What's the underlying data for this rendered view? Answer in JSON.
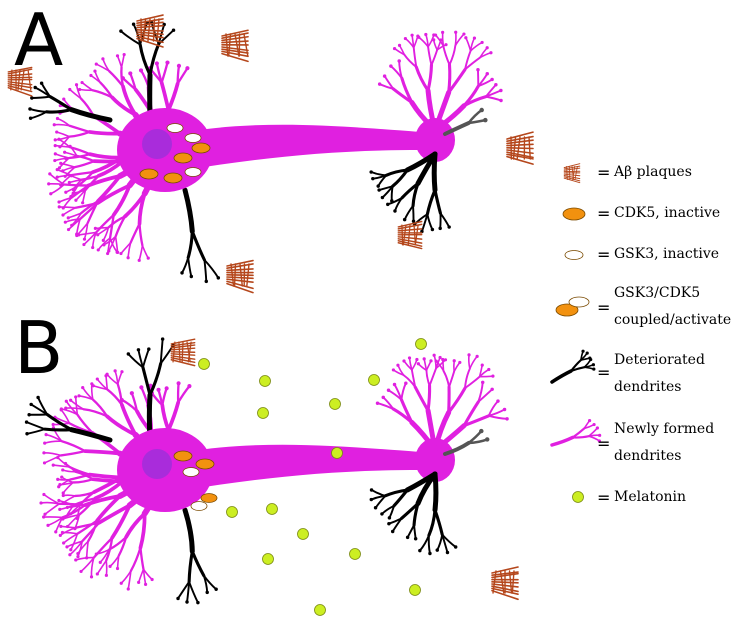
{
  "panels": {
    "a_label": "A",
    "b_label": "B"
  },
  "legend": {
    "equals": "=",
    "items": [
      {
        "key": "ab_plaques",
        "icon": "amyloid-plaque-icon",
        "color": "#b5471c",
        "label": "Aβ plaques"
      },
      {
        "key": "cdk5_inactive",
        "icon": "orange-ellipse-icon",
        "color": "#f2910f",
        "label": "CDK5, inactive"
      },
      {
        "key": "gsk3_inactive",
        "icon": "white-ellipse-icon",
        "color": "#ffffff",
        "label": "GSK3, inactive"
      },
      {
        "key": "gsk3_cdk5",
        "icon": "coupled-ellipses-icon",
        "color": "#f2910f",
        "label_line1": "GSK3/CDK5",
        "label_line2": "coupled/activated"
      },
      {
        "key": "deteriorated",
        "icon": "black-dendrite-icon",
        "color": "#000000",
        "label_line1": "Deteriorated",
        "label_line2": "dendrites"
      },
      {
        "key": "new_dendrites",
        "icon": "pink-dendrite-icon",
        "color": "#e020e0",
        "label_line1": "Newly formed",
        "label_line2": "dendrites"
      },
      {
        "key": "melatonin",
        "icon": "melatonin-dot-icon",
        "color": "#ccee22",
        "label": "Melatonin"
      }
    ]
  },
  "colors": {
    "neuron": "#e020e0",
    "neuron_outline": "#8a1a8a",
    "nucleus": "#9b30d9",
    "deteriorated": "#000000",
    "plaque": "#b5471c",
    "cdk5": "#f2910f",
    "melatonin": "#ccee22"
  }
}
